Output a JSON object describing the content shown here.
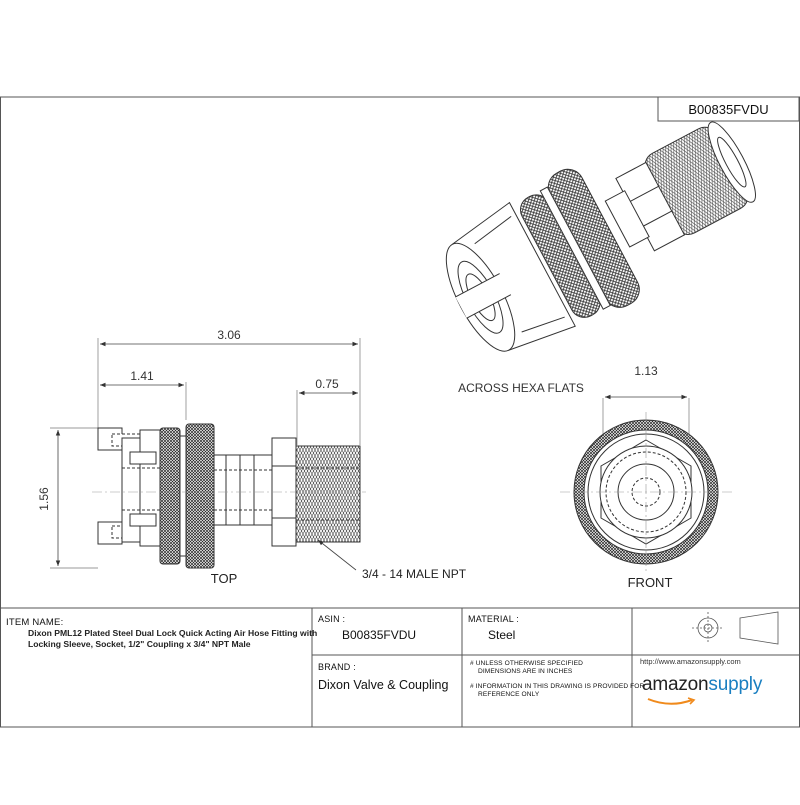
{
  "header": {
    "asin_box": "B00835FVDU"
  },
  "drawing": {
    "dims": {
      "overall_length": "3.06",
      "coupling_length": "1.41",
      "thread_length": "0.75",
      "height": "1.56",
      "hex_flats": "1.13",
      "hex_flats_note": "ACROSS HEXA FLATS"
    },
    "thread_callout": "3/4 - 14 MALE NPT",
    "views": {
      "top": "TOP",
      "front": "FRONT"
    }
  },
  "title_block": {
    "item_name_label": "ITEM NAME:",
    "item_name_line1": "Dixon PML12 Plated Steel Dual Lock Quick Acting Air Hose Fitting with",
    "item_name_line2": "Locking Sleeve, Socket, 1/2\" Coupling x 3/4\" NPT Male",
    "asin_label": "ASIN :",
    "asin_value": "B00835FVDU",
    "material_label": "MATERIAL :",
    "material_value": "Steel",
    "brand_label": "BRAND :",
    "brand_value": "Dixon Valve & Coupling",
    "note1_a": "# UNLESS OTHERWISE SPECIFIED",
    "note1_b": "DIMENSIONS ARE IN INCHES",
    "note2_a": "# INFORMATION IN THIS DRAWING IS PROVIDED FOR",
    "note2_b": "REFERENCE ONLY",
    "url": "http://www.amazonsupply.com",
    "logo_amazon": "amazon",
    "logo_supply": "supply"
  }
}
